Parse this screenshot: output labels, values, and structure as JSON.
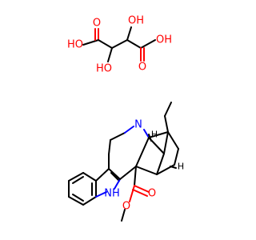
{
  "colors": {
    "bond": "#000000",
    "oxygen": "#ff0000",
    "nitrogen": "#0000ff",
    "background": "#ffffff"
  },
  "tartaric_acid": {
    "labels": {
      "carboxyl_left": "HO",
      "carbonyl_left": "O",
      "hydroxyl_top": "OH",
      "carboxyl_right": "OH",
      "carbonyl_right": "O",
      "hydroxyl_bottom": "HO"
    }
  },
  "alkaloid": {
    "labels": {
      "amine_n": "N",
      "indole_nh": "NH",
      "ester_o": "O",
      "methoxy_o": "O",
      "stereo_h_top": "H",
      "stereo_h_bottom": "H"
    }
  }
}
